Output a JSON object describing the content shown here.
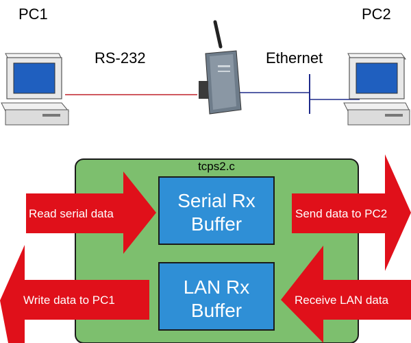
{
  "top": {
    "pc1_label": "PC1",
    "pc2_label": "PC2",
    "left_link_label": "RS-232",
    "right_link_label": "Ethernet"
  },
  "box": {
    "title": "tcps2.c",
    "serial_buffer": {
      "line1": "Serial Rx",
      "line2": "Buffer"
    },
    "lan_buffer": {
      "line1": "LAN Rx",
      "line2": "Buffer"
    }
  },
  "arrows": {
    "read_serial": "Read serial data",
    "send_pc2": "Send data to PC2",
    "write_pc1": "Write data to PC1",
    "receive_lan": "Receive LAN data"
  },
  "colors": {
    "box_fill": "#7dbf6e",
    "buffer_fill": "#2f8fd6",
    "arrow_fill": "#e0101a",
    "serial_line": "#c0202a",
    "ethernet_line": "#1e2a8a"
  }
}
